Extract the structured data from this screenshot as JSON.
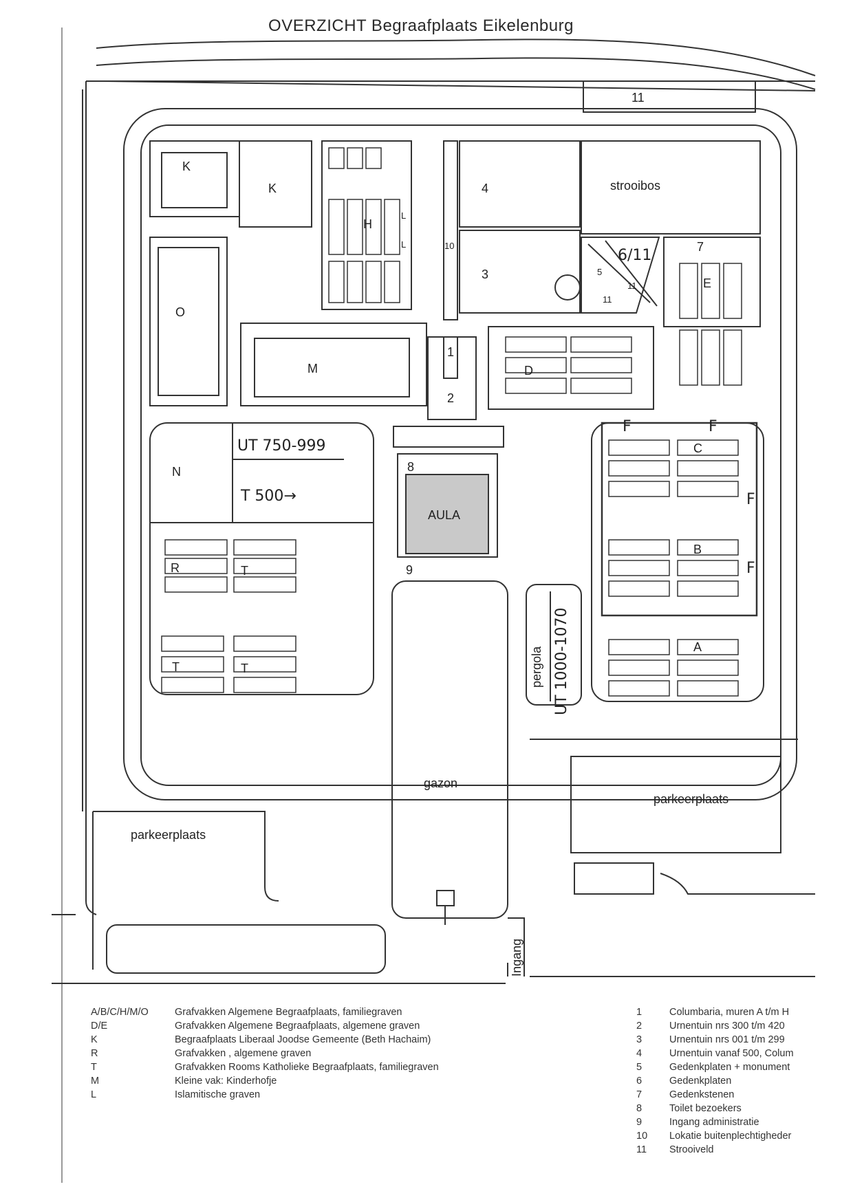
{
  "title": "OVERZICHT Begraafplaats Eikelenburg",
  "map": {
    "sections": {
      "K_small": "K",
      "K_large": "K",
      "H": "H",
      "L1": "L",
      "L2": "L",
      "n4": "4",
      "n3": "3",
      "n10": "10",
      "strooibos": "strooibos",
      "n11_top": "11",
      "n7": "7",
      "E": "E",
      "n6_11": "6/11",
      "n5": "5",
      "n11_mid": "11",
      "n11_small": "11",
      "O": "O",
      "M": "M",
      "n1": "1",
      "n2": "2",
      "D": "D",
      "N": "N",
      "ut750": "UT 750-999",
      "t500": "T 500→",
      "n8": "8",
      "aula": "AULA",
      "n9": "9",
      "F1": "F",
      "F2": "F",
      "F3": "F",
      "F4": "F",
      "C": "C",
      "B": "B",
      "A": "A",
      "R": "R",
      "T1": "T",
      "T2": "T",
      "T3": "T",
      "pergola": "pergola",
      "ut1000": "UT 1000-1070",
      "gazon": "gazon",
      "parkeer_right": "parkeerplaats",
      "parkeer_left": "parkeerplaats",
      "ingang": "Ingang"
    }
  },
  "legend_left": [
    {
      "code": "A/B/C/H/M/O",
      "desc": "Grafvakken Algemene Begraafplaats, familiegraven"
    },
    {
      "code": "D/E",
      "desc": "Grafvakken Algemene Begraafplaats, algemene graven"
    },
    {
      "code": "K",
      "desc": "Begraafplaats Liberaal Joodse Gemeente (Beth Hachaim)"
    },
    {
      "code": "R",
      "desc": "Grafvakken                                                    , algemene graven"
    },
    {
      "code": "T",
      "desc": "Grafvakken Rooms Katholieke Begraafplaats, familiegraven"
    },
    {
      "code": "M",
      "desc": "Kleine vak: Kinderhofje"
    },
    {
      "code": "L",
      "desc": "Islamitische graven"
    }
  ],
  "legend_right": [
    {
      "code": "1",
      "desc": "Columbaria, muren A t/m H"
    },
    {
      "code": "2",
      "desc": "Urnentuin nrs 300 t/m 420"
    },
    {
      "code": "3",
      "desc": "Urnentuin nrs 001 t/m 299"
    },
    {
      "code": "4",
      "desc": "Urnentuin vanaf 500, Colum"
    },
    {
      "code": "5",
      "desc": "Gedenkplaten + monument"
    },
    {
      "code": "6",
      "desc": "Gedenkplaten"
    },
    {
      "code": "7",
      "desc": "Gedenkstenen"
    },
    {
      "code": "8",
      "desc": "Toilet bezoekers"
    },
    {
      "code": "9",
      "desc": "Ingang administratie"
    },
    {
      "code": "10",
      "desc": "Lokatie buitenplechtigheder"
    },
    {
      "code": "11",
      "desc": "Strooiveld"
    }
  ]
}
